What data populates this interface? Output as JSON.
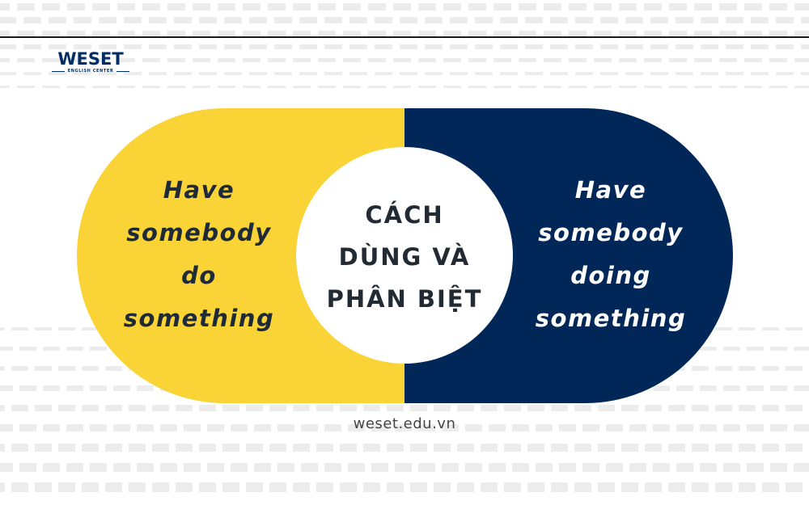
{
  "logo": {
    "wordmark": "WESET",
    "tagline": "ENGLISH CENTER",
    "brand_color": "#002d63"
  },
  "left_panel": {
    "color": "#fad337",
    "lines": [
      "Have",
      "somebody",
      "do",
      "something"
    ]
  },
  "center": {
    "lines": [
      "CÁCH",
      "DÙNG VÀ",
      "PHÂN BIỆT"
    ]
  },
  "right_panel": {
    "color": "#012758",
    "lines": [
      "Have",
      "somebody",
      "doing",
      "something"
    ]
  },
  "footer": {
    "url": "weset.edu.vn"
  }
}
